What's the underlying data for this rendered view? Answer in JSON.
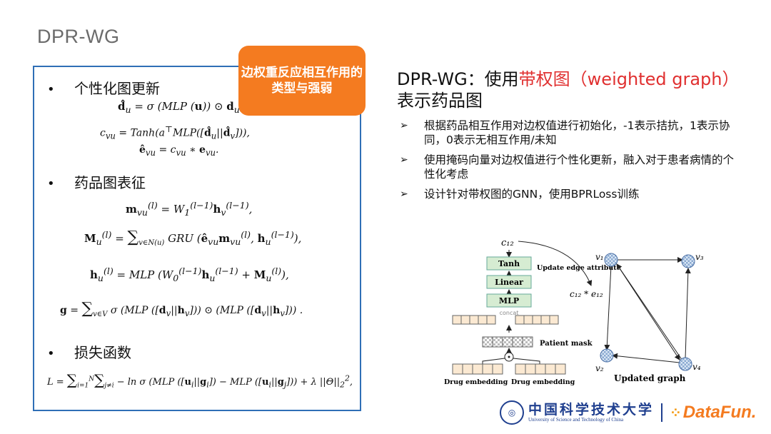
{
  "slide": {
    "title": "DPR-WG",
    "badge_text": "边权重反应相互作用的类型与强弱"
  },
  "left_panel": {
    "sections": [
      {
        "label": "个性化图更新"
      },
      {
        "label": "药品图表征"
      },
      {
        "label": "损失函数"
      }
    ]
  },
  "right": {
    "heading_prefix": "DPR-WG：使用",
    "heading_highlight": "带权图（weighted graph）",
    "heading_suffix": "表示药品图",
    "points": [
      "根据药品相互作用对边权值进行初始化，-1表示拮抗，1表示协同，0表示无相互作用/未知",
      "使用掩码向量对边权值进行个性化更新，融入对于患者病情的个性化考虑",
      "设计针对带权图的GNN，使用BPRLoss训练"
    ]
  },
  "diagram": {
    "c12_label": "c₁₂",
    "tanh": "Tanh",
    "linear": "Linear",
    "mlp": "MLP",
    "concat": "concat",
    "update_edge": "Update edge attribute",
    "product": "c₁₂ * e₁₂",
    "patient_mask": "Patient mask",
    "drug_embedding_left": "Drug embedding",
    "drug_embedding_right": "Drug embedding",
    "updated_graph": "Updated graph",
    "v1": "v₁",
    "v2": "v₂",
    "v3": "v₃",
    "v4": "v₄"
  },
  "footer": {
    "ustc_cn": "中国科学技术大学",
    "ustc_en": "University of Science and Technology of China",
    "datafun": "DataFun."
  },
  "colors": {
    "accent": "#f47b20",
    "panel_border": "#2f6fb6",
    "highlight": "#e03030",
    "ustc_blue": "#1f3f8f"
  }
}
